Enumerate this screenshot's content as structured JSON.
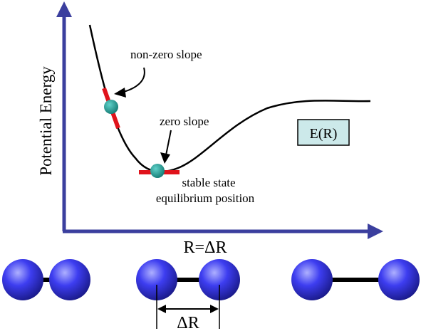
{
  "axes": {
    "ylabel": "Potential Energy",
    "xlabel": "R=ΔR",
    "color": "#3b3f9e"
  },
  "curve": {
    "label": "E(R)",
    "label_box_fill": "#cce9ea",
    "color": "#000000"
  },
  "annotations": {
    "nonzero_slope": "non-zero slope",
    "zero_slope": "zero slope",
    "stable_line1": "stable state",
    "stable_line2": "equilibrium position"
  },
  "markers": {
    "tangent_color": "#e0131b",
    "dot_color": "#1f9a92"
  },
  "molecules": {
    "atom_color": "#3d3df0",
    "bond_color": "#000000",
    "separation_label": "ΔR"
  }
}
